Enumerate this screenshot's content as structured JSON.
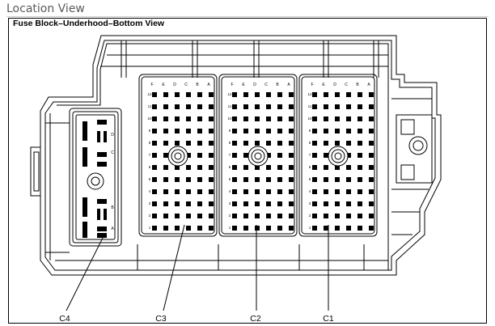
{
  "header": {
    "title": "Location View"
  },
  "figure": {
    "caption": "Fuse Block–Underhood–Bottom View",
    "column_letters": [
      "F",
      "E",
      "D",
      "C",
      "B",
      "A"
    ],
    "row_numbers": [
      "12",
      "11",
      "10",
      "9",
      "8",
      "7",
      "6",
      "5",
      "4",
      "3",
      "2",
      "1"
    ],
    "c4_side_letters": [
      "D",
      "C",
      "B",
      "A"
    ],
    "connectors": [
      {
        "id": "c1",
        "label": "C1"
      },
      {
        "id": "c2",
        "label": "C2"
      },
      {
        "id": "c3",
        "label": "C3"
      },
      {
        "id": "c4",
        "label": "C4"
      }
    ]
  },
  "colors": {
    "line": "#000000",
    "background": "#ffffff",
    "title_text": "#5a5a5a"
  }
}
